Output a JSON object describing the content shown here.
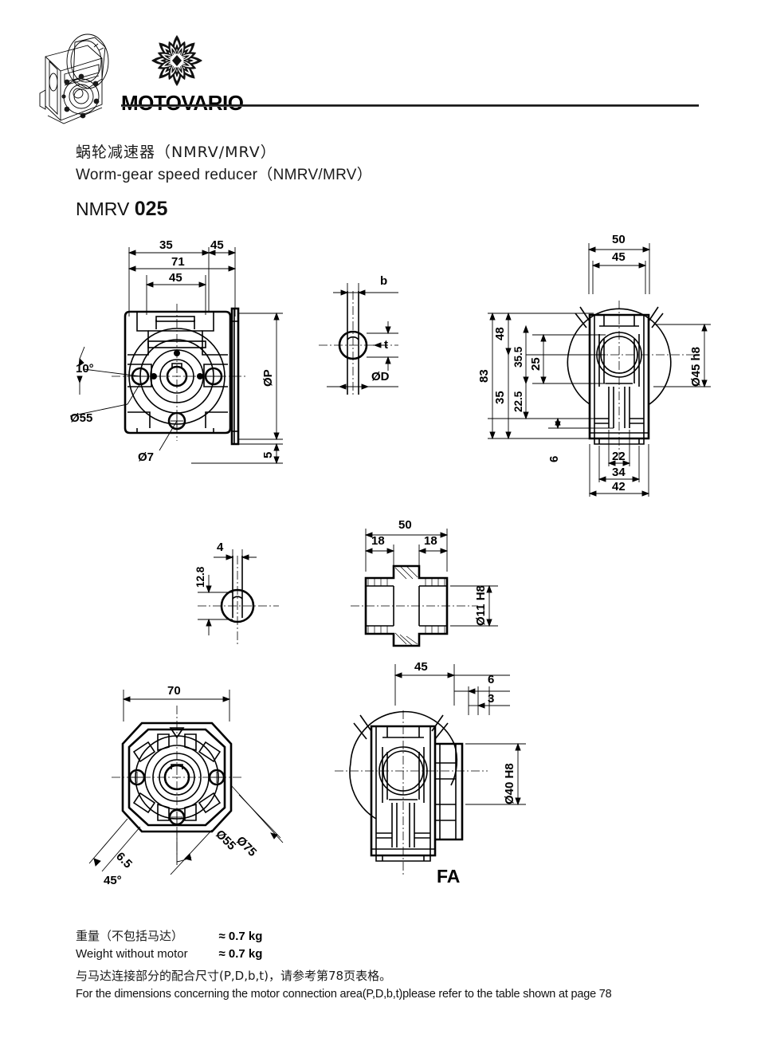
{
  "header": {
    "brand": "MOTOVARIO",
    "logo_icon": "motovario-rosette-icon",
    "product_photo_alt": "worm-gear-reducer-isometric"
  },
  "title": {
    "cn": "蜗轮减速器（NMRV/MRV）",
    "en": "Worm-gear speed reducer（NMRV/MRV）",
    "model_prefix": "NMRV",
    "model_number": "025"
  },
  "views": {
    "front": {
      "name": "front-view",
      "dims": {
        "d35": "35",
        "d45_top": "45",
        "d71": "71",
        "d45_inner": "45",
        "dP": "ØP",
        "d5": "5",
        "d7": "Ø7",
        "d55": "Ø55",
        "angle10": "10°"
      }
    },
    "keyway": {
      "name": "keyway-detail-view",
      "dims": {
        "b": "b",
        "t": "t",
        "dD": "ØD"
      }
    },
    "side": {
      "name": "side-section-view",
      "dims": {
        "d50": "50",
        "d45": "45",
        "d83": "83",
        "d48": "48",
        "d355": "35.5",
        "d25": "25",
        "d35": "35",
        "d225": "22.5",
        "d6": "6",
        "d22": "22",
        "d34": "34",
        "d42": "42",
        "d45h8": "Ø45 h8"
      }
    },
    "shaft_end": {
      "name": "shaft-end-detail-view",
      "dims": {
        "d128": "12.8",
        "d4": "4"
      }
    },
    "hollow_shaft": {
      "name": "hollow-shaft-section-view",
      "dims": {
        "d50": "50",
        "d18a": "18",
        "d18b": "18",
        "d11H8": "Ø11 H8"
      }
    },
    "flange": {
      "name": "flange-face-view",
      "dims": {
        "d70": "70",
        "d55": "Ø55",
        "d75": "Ø75",
        "d65": "6.5",
        "a45": "45°"
      }
    },
    "fa": {
      "name": "fa-variant-view",
      "label": "FA",
      "dims": {
        "d45": "45",
        "d6": "6",
        "d3": "3",
        "d40H8": "Ø40 H8"
      }
    }
  },
  "footer": {
    "weight_label_cn": "重量（不包括马达）",
    "weight_label_en": "Weight without motor",
    "weight_approx": "≈ 0.7 kg",
    "note_cn": "与马达连接部分的配合尺寸(P,D,b,t)，请参考第78页表格。",
    "note_en": "For the dimensions concerning the motor connection area(P,D,b,t)please refer to the table shown at page 78"
  }
}
